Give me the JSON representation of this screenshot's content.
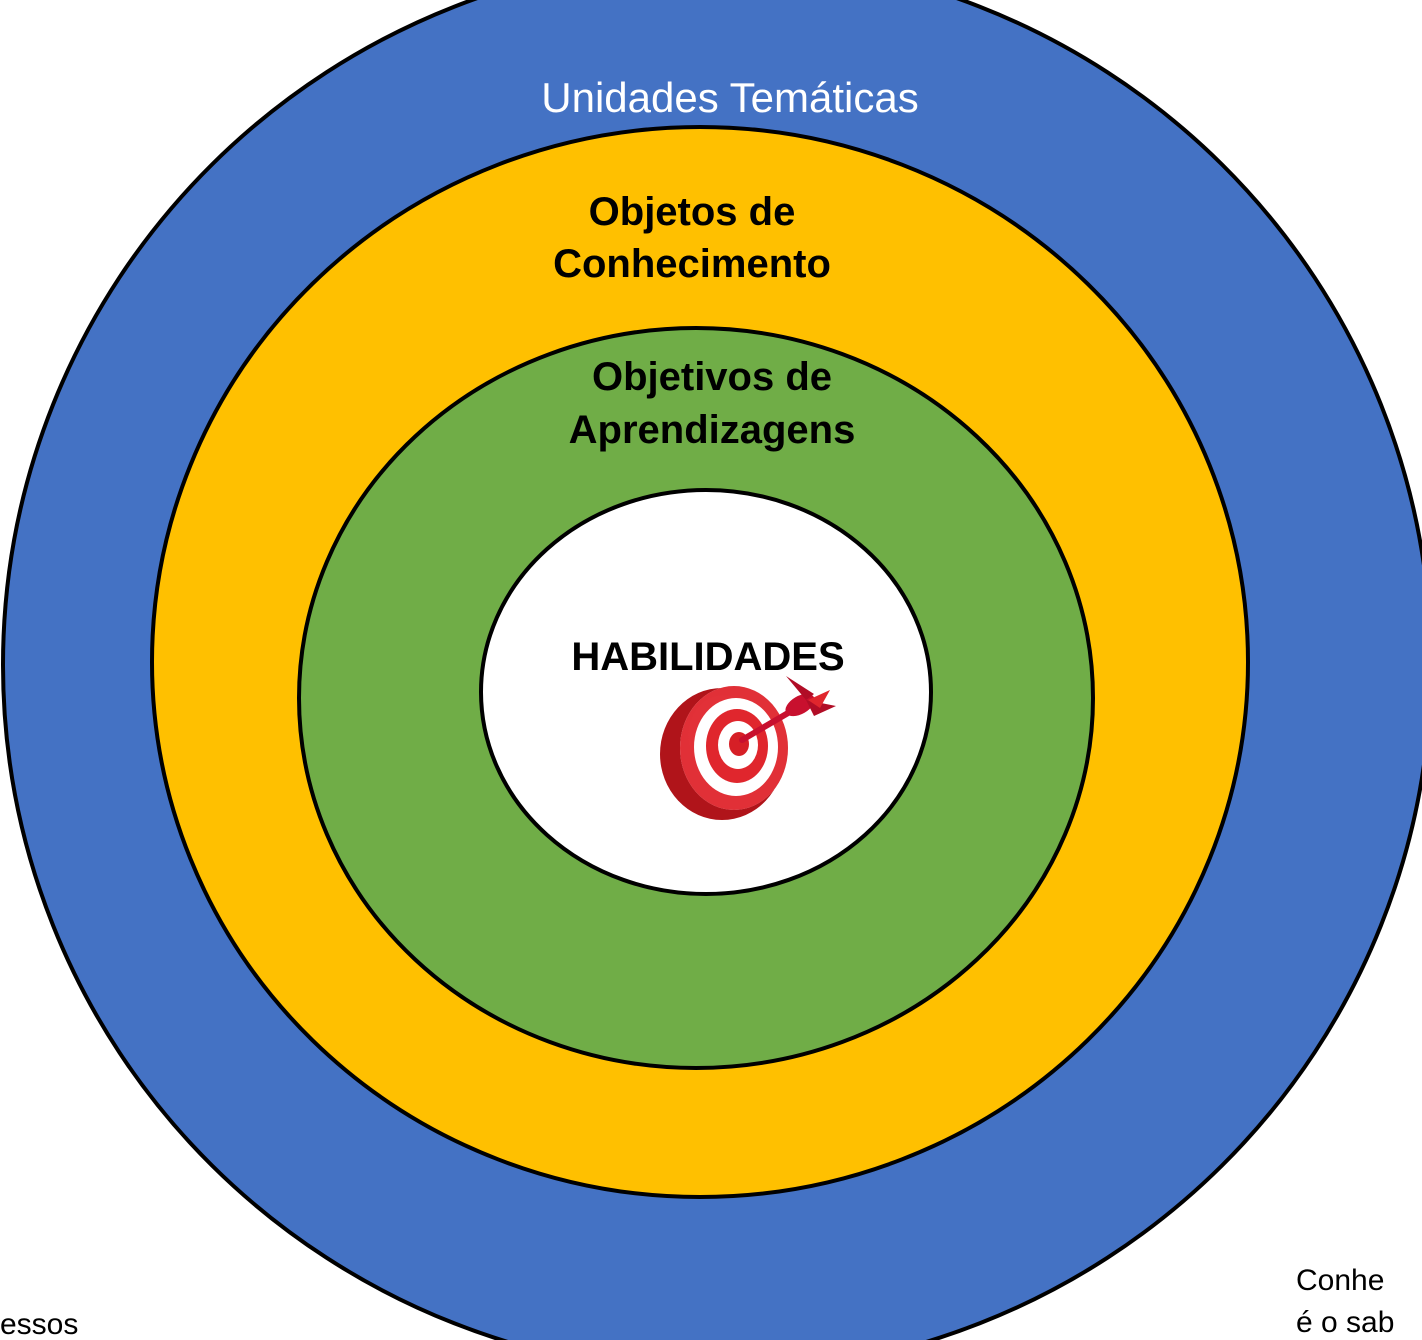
{
  "diagram": {
    "outer_ring": {
      "label": "Unidades Temáticas",
      "color": "#4472C4"
    },
    "second_ring": {
      "label_line1": "Objetos de",
      "label_line2": "Conhecimento",
      "color": "#FFC000"
    },
    "third_ring": {
      "label_line1": "Objetivos de",
      "label_line2": "Aprendizagens",
      "color": "#70AD47"
    },
    "center": {
      "label": "HABILIDADES",
      "color": "#FFFFFF",
      "icon": "dart-target-icon"
    }
  },
  "edge_text": {
    "left_fragment": "essos",
    "right_fragment_line1": "Conhe",
    "right_fragment_line2": "é o sab"
  }
}
